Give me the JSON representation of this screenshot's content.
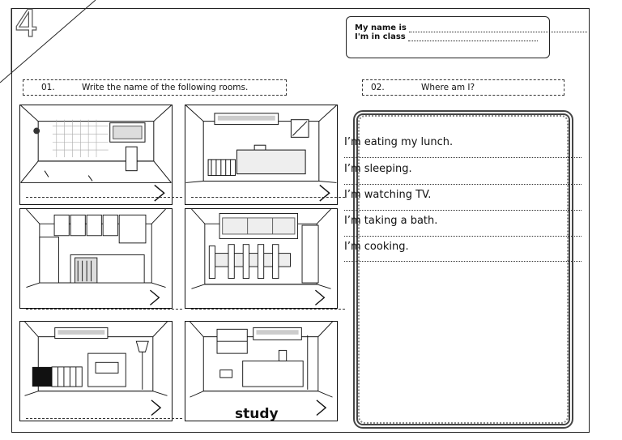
{
  "unit": {
    "number": "4"
  },
  "student": {
    "name_label": "My name is",
    "class_label": "I'm in class"
  },
  "exercise1": {
    "number": "01.",
    "instruction": "Write the name of the following rooms."
  },
  "exercise2": {
    "number": "02.",
    "instruction": "Where am I?"
  },
  "rooms": {
    "answer_6": "study"
  },
  "sentences": [
    "I’m eating my lunch.",
    "I’m sleeping.",
    "I’m watching TV.",
    "I’m taking a bath.",
    "I’m cooking."
  ]
}
